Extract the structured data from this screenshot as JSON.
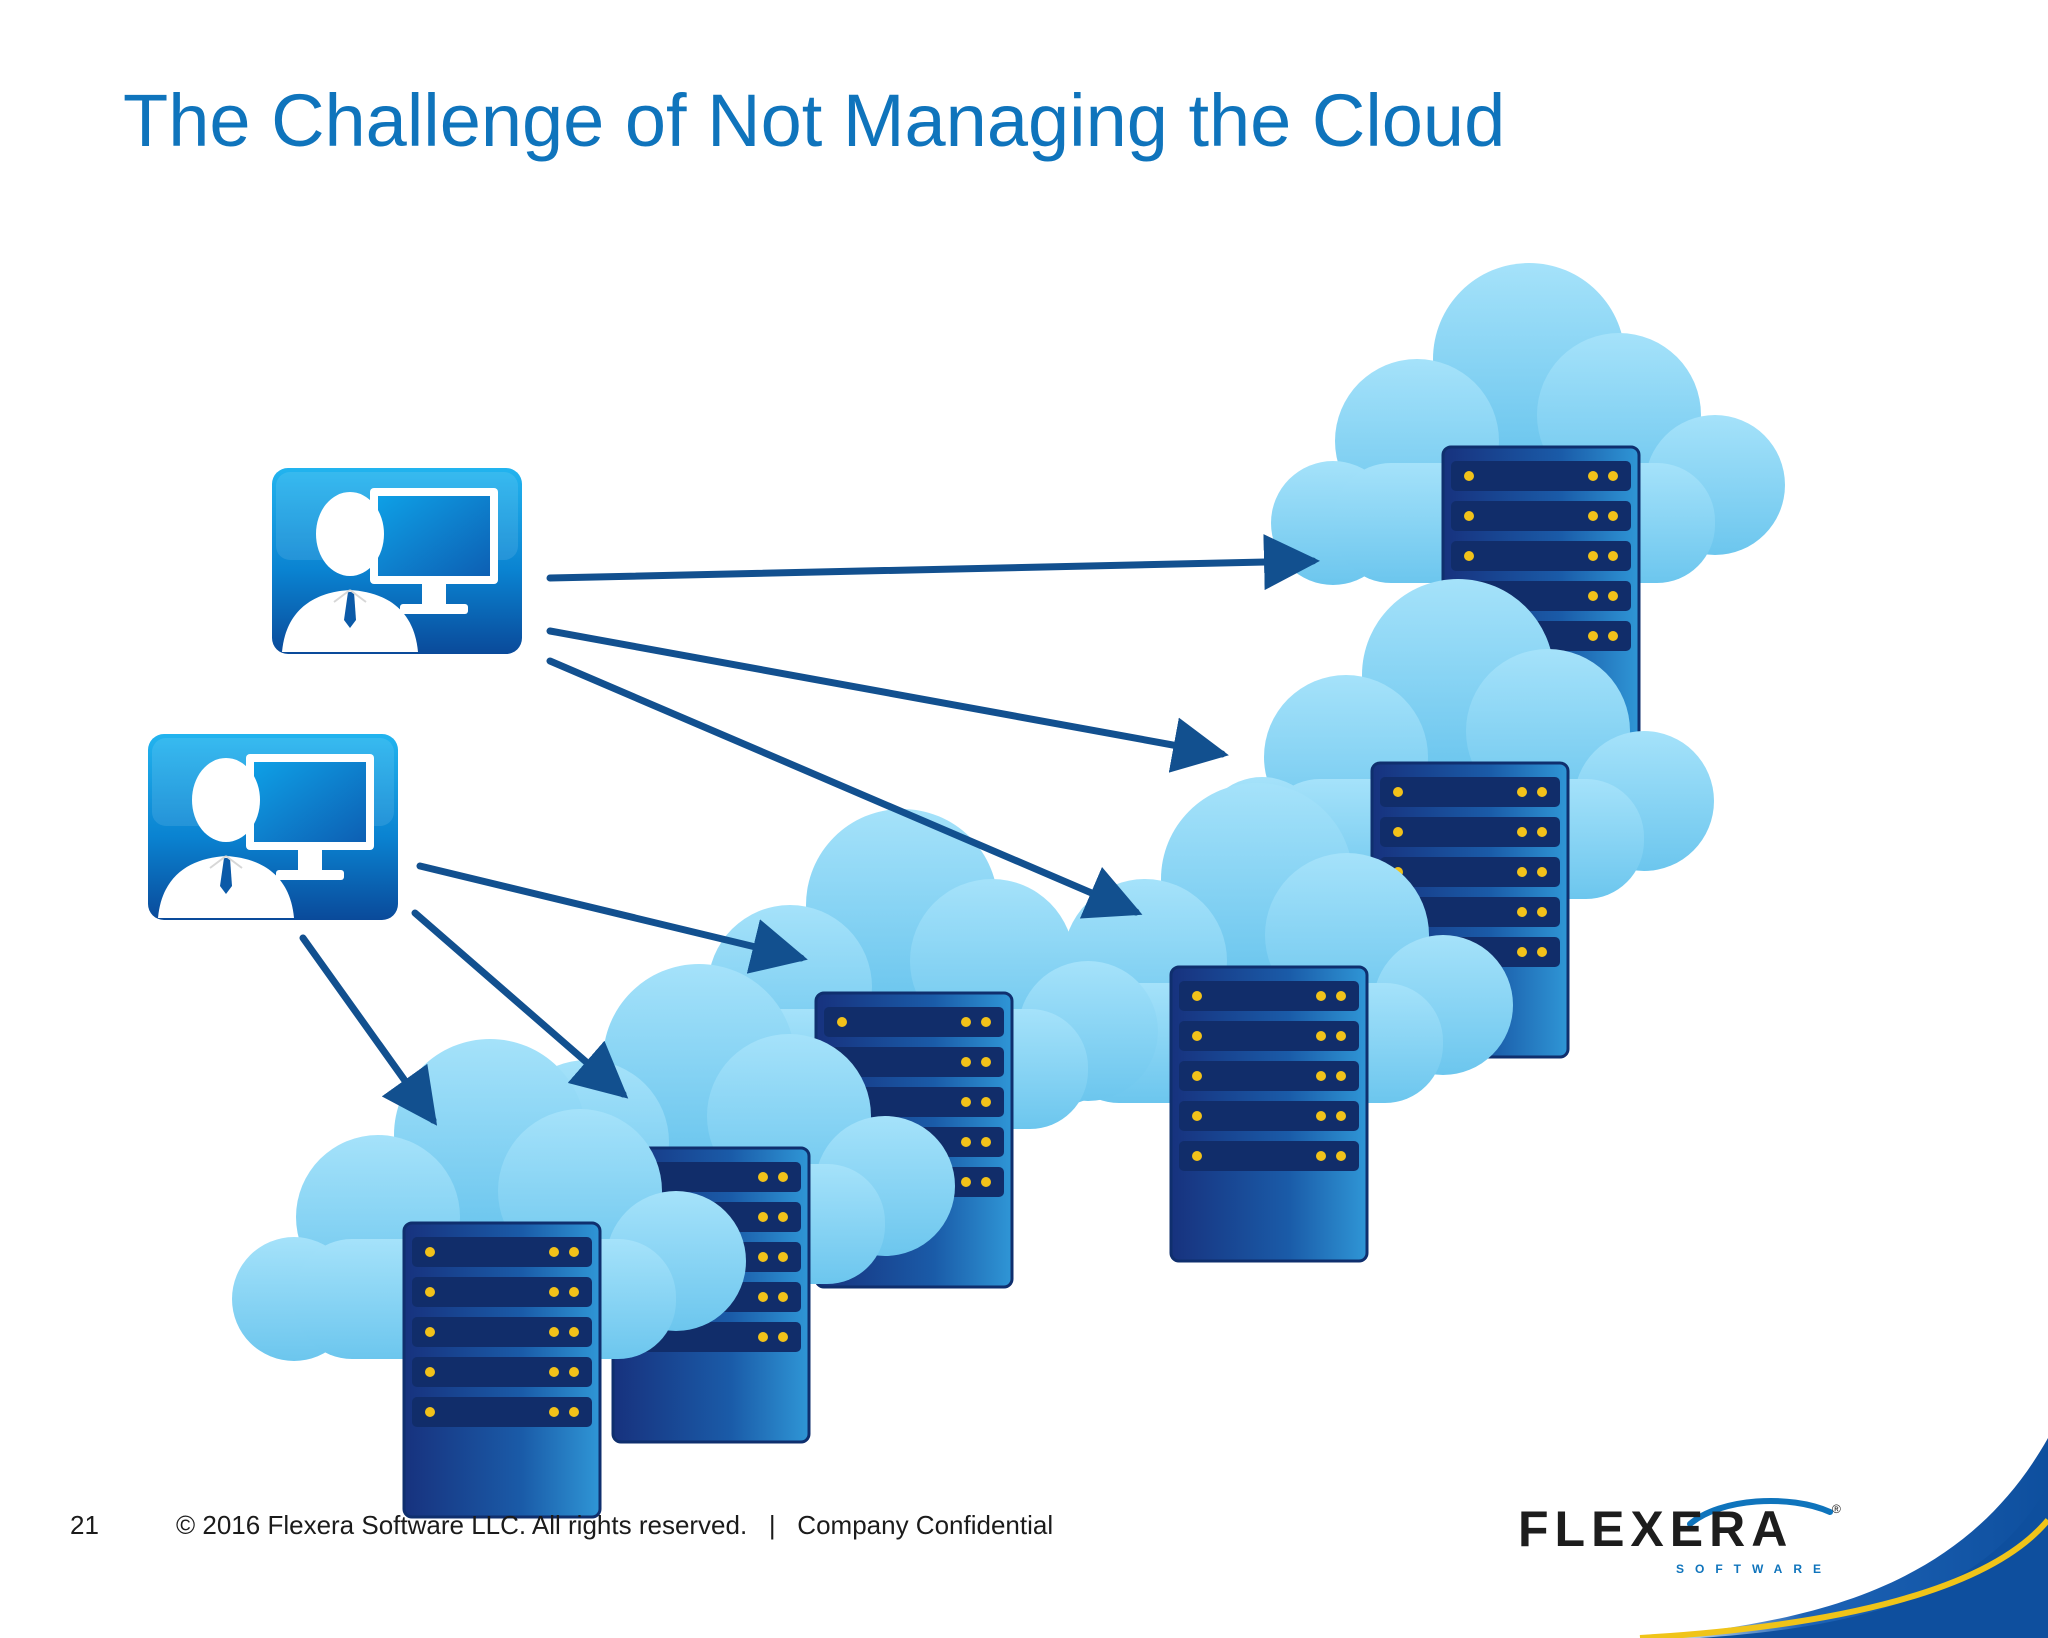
{
  "slide": {
    "title": "The Challenge of Not Managing the Cloud",
    "page_number": "21",
    "footer": "© 2016 Flexera Software LLC. All rights reserved.   |   Company Confidential"
  },
  "logo": {
    "wordmark": "FLEXERA",
    "subtext": "SOFTWARE",
    "registered": "®"
  },
  "diagram": {
    "users": [
      {
        "id": "user-1",
        "icon": "user-workstation-icon"
      },
      {
        "id": "user-2",
        "icon": "user-workstation-icon"
      }
    ],
    "clouds": [
      {
        "id": "cloud-server-1",
        "icon": "cloud-server-icon"
      },
      {
        "id": "cloud-server-2",
        "icon": "cloud-server-icon"
      },
      {
        "id": "cloud-server-3",
        "icon": "cloud-server-icon"
      },
      {
        "id": "cloud-server-4",
        "icon": "cloud-server-icon"
      },
      {
        "id": "cloud-server-5",
        "icon": "cloud-server-icon"
      },
      {
        "id": "cloud-server-6",
        "icon": "cloud-server-icon"
      }
    ],
    "connections": [
      {
        "from": "user-1",
        "to": "cloud-server-1"
      },
      {
        "from": "user-1",
        "to": "cloud-server-2"
      },
      {
        "from": "user-1",
        "to": "cloud-server-3"
      },
      {
        "from": "user-2",
        "to": "cloud-server-4"
      },
      {
        "from": "user-2",
        "to": "cloud-server-5"
      },
      {
        "from": "user-2",
        "to": "cloud-server-6"
      }
    ]
  },
  "colors": {
    "title": "#0f74bc",
    "arrow": "#12508f",
    "cloud": "#7fd0f3",
    "server": "#1a4a93",
    "led": "#f2c21a",
    "swoosh": "#1d63b6",
    "swoosh_accent": "#f0c419"
  }
}
